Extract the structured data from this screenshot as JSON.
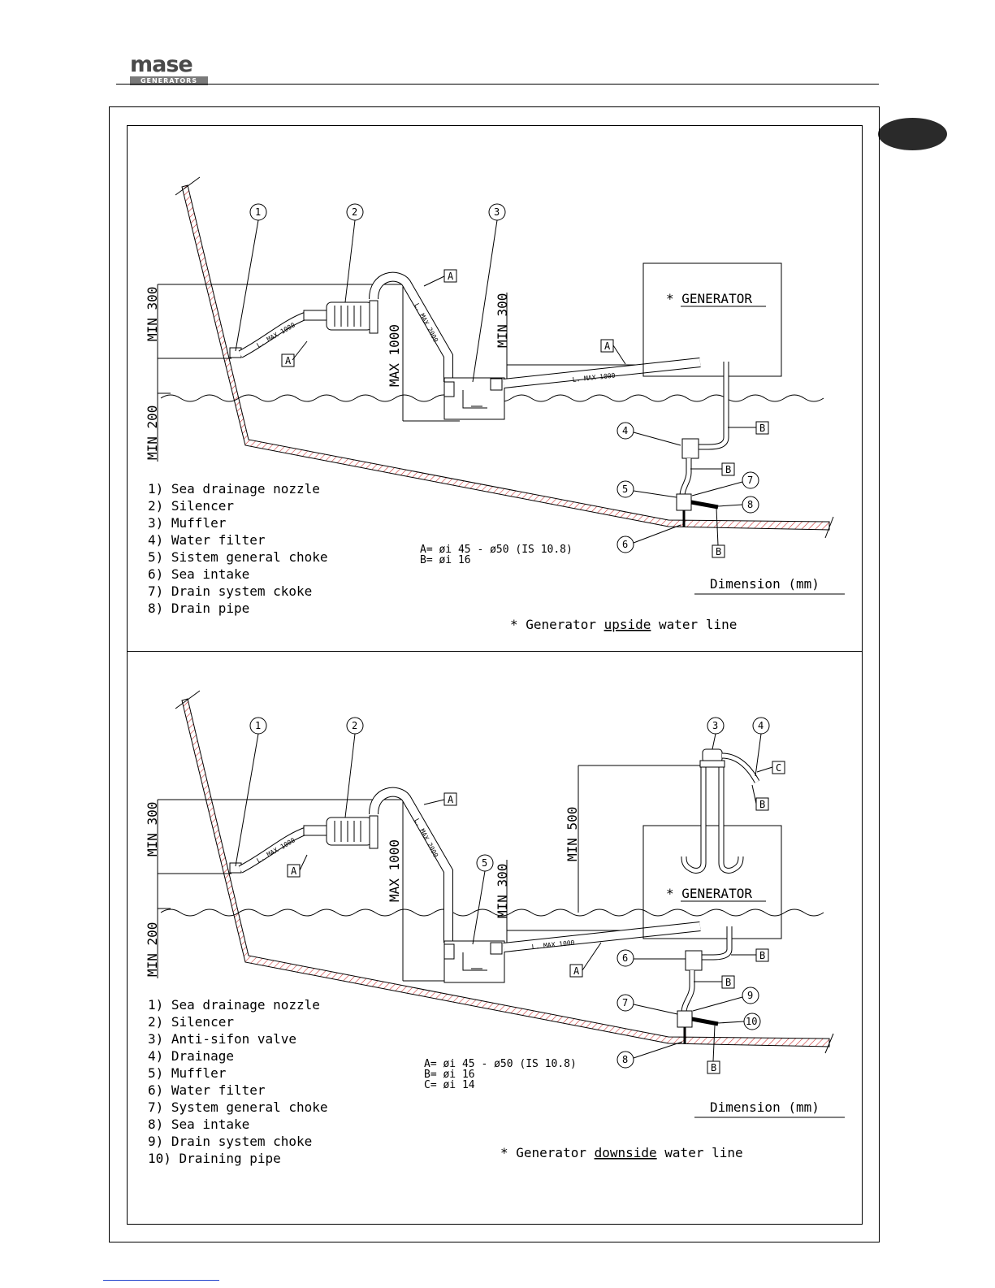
{
  "logo": {
    "brand": "mase",
    "sub": "GENERATORS"
  },
  "diagram_top": {
    "generator_label": "* GENERATOR",
    "dims": {
      "min300_left": "MIN 300",
      "min200": "MIN 200",
      "max1000": "MAX 1000",
      "min300_right": "MIN 300"
    },
    "pipe_labels": {
      "l_max_1000_a": "L. MAX 1000",
      "l_max_2000": "L. MAX 2000",
      "l_max_1000_b": "L. MAX 1000"
    },
    "callouts": [
      "1",
      "2",
      "3",
      "4",
      "5",
      "6",
      "7",
      "8"
    ],
    "letters": {
      "a": "A",
      "b": "B"
    },
    "legend": [
      "1) Sea drainage nozzle",
      "2) Silencer",
      "3) Muffler",
      "4) Water filter",
      "5) Sistem general choke",
      "6) Sea intake",
      "7) Drain system ckoke",
      "8) Drain pipe"
    ],
    "spec": [
      "A= øi 45 - ø50 (IS 10.8)",
      "B= øi 16"
    ],
    "dimension_unit": "Dimension (mm)",
    "caption": {
      "pre": "* Generator ",
      "key": "upside",
      "post": " water line"
    }
  },
  "diagram_bottom": {
    "generator_label": "* GENERATOR",
    "dims": {
      "min300_left": "MIN 300",
      "min200": "MIN 200",
      "max1000": "MAX 1000",
      "min300_right": "MIN 300",
      "min500": "MIN 500"
    },
    "pipe_labels": {
      "l_max_1000_a": "L. MAX 1000",
      "l_max_2000": "L. MAX 2000",
      "l_max_1000_b": "L. MAX 1000"
    },
    "callouts": [
      "1",
      "2",
      "3",
      "4",
      "5",
      "6",
      "7",
      "8",
      "9",
      "10"
    ],
    "letters": {
      "a": "A",
      "b": "B",
      "c": "C"
    },
    "legend": [
      "1) Sea drainage nozzle",
      "2) Silencer",
      "3) Anti-sifon valve",
      "4) Drainage",
      "5) Muffler",
      "6) Water filter",
      "7) System general choke",
      "8) Sea intake",
      "9) Drain system choke",
      "10) Draining pipe"
    ],
    "spec": [
      "A= øi 45 - ø50 (IS 10.8)",
      "B= øi 16",
      "C= øi 14"
    ],
    "dimension_unit": "Dimension (mm)",
    "caption": {
      "pre": "* Generator ",
      "key": "downside",
      "post": " water line"
    }
  }
}
